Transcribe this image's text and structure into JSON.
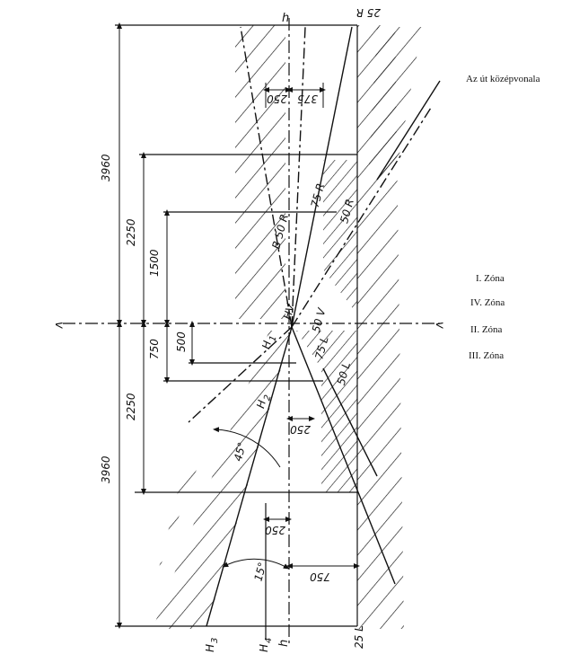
{
  "diagram": {
    "center_line_label": "Az út középvonala",
    "zones": [
      "I. Zóna",
      "IV. Zóna",
      "II. Zóna",
      "III. Zóna"
    ],
    "axis_top_h": "h",
    "axis_bottom_h": "h",
    "axis_v_left": "v",
    "axis_v_right": "v",
    "top_right_label": "25 R",
    "bottom_right_label": "25 L",
    "dims_left": {
      "total_upper": "3960",
      "mid_upper": "2250",
      "short_upper": "1500",
      "total_lower": "3960",
      "mid_lower": "2250",
      "short_lower_750": "750",
      "short_lower_500": "500"
    },
    "dims_horizontal": {
      "top_250": "250",
      "top_375": "375",
      "mid_250": "250",
      "bottom_250": "250",
      "bottom_750": "750"
    },
    "beam_labels": {
      "b50r": "B 50 R",
      "r75": "75 R",
      "r50": "50 R",
      "hv": "HV",
      "l75": "75 L",
      "v50": "50 V",
      "l50": "50 L",
      "h1": "H",
      "h1_sub": "1",
      "h2": "H",
      "h2_sub": "2",
      "h3": "H",
      "h3_sub": "3",
      "h4": "H",
      "h4_sub": "4",
      "h_bottom": "h"
    },
    "angles": {
      "deg45": "45°",
      "deg15": "15°"
    }
  }
}
